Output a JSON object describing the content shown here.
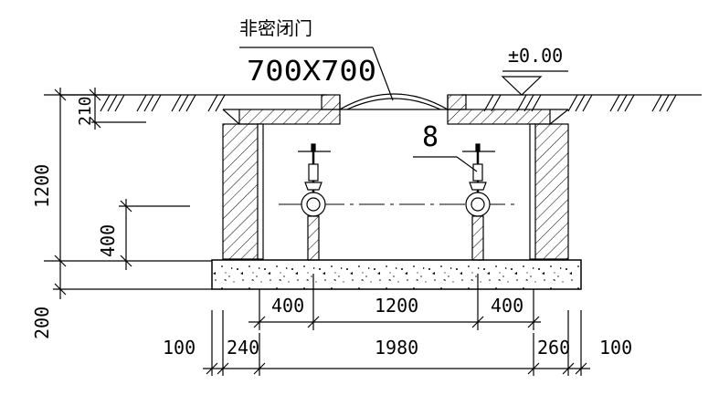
{
  "labels": {
    "door_name": "非密闭门",
    "door_size": "700X700",
    "elevation": "±0.00",
    "callout": "8"
  },
  "dimensions": {
    "left_vertical": {
      "d210": "210",
      "d1200": "1200",
      "d400": "400",
      "d200": "200"
    },
    "row1": {
      "left": "400",
      "center": "1200",
      "right": "400"
    },
    "row2": {
      "outer_left": "100",
      "wall_left": "240",
      "center": "1980",
      "wall_right": "260",
      "outer_right": "100"
    }
  }
}
